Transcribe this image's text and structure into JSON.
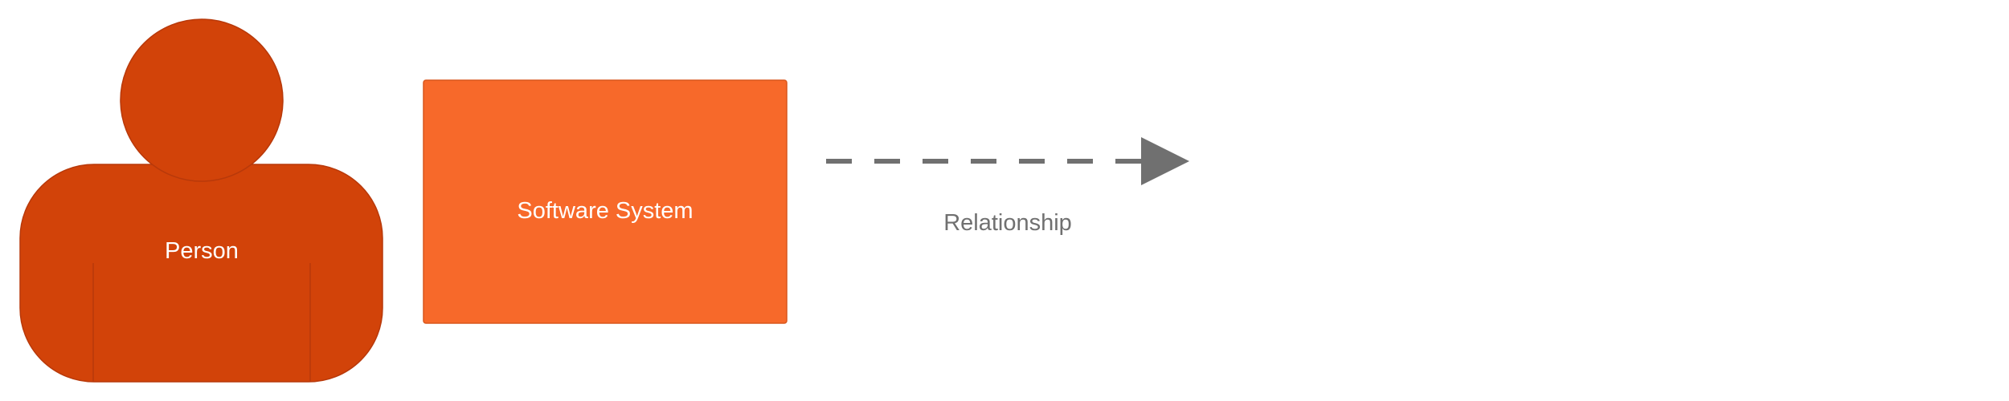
{
  "elements": {
    "person": {
      "label": "Person",
      "fill": "#D24309",
      "stroke": "#B8390A",
      "text_color": "#FFFFFF"
    },
    "software_system": {
      "label": "Software System",
      "fill": "#F7692A",
      "stroke": "#D9571D",
      "text_color": "#FFFFFF"
    }
  },
  "relationship": {
    "label": "Relationship",
    "line_color": "#707070",
    "text_color": "#707070",
    "style": "dashed"
  }
}
